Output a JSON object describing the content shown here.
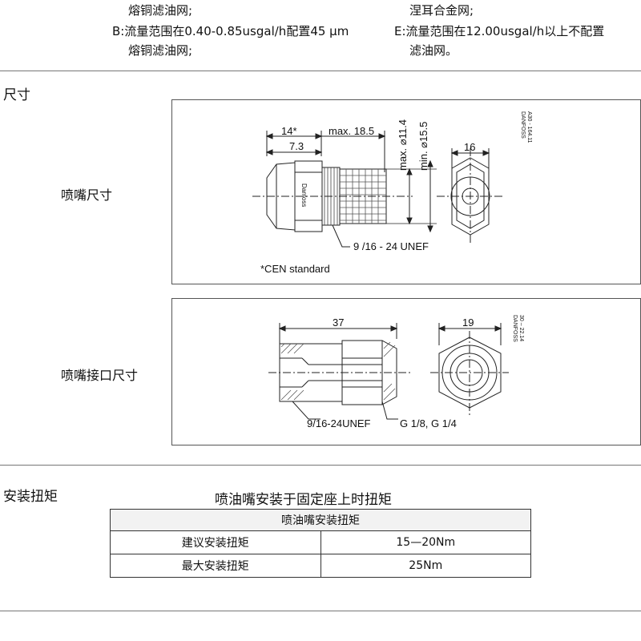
{
  "filters": {
    "top_left_text": "熔铜滤油网;",
    "top_right_text": "涅耳合金网;",
    "b_line": "B:流量范围在0.40-0.85usgal/h配置45 µm",
    "b_line2": "熔铜滤油网;",
    "e_line": "E:流量范围在12.00usgal/h以上不配置",
    "e_line2": "滤油网。"
  },
  "dimensions": {
    "section_title": "尺寸",
    "nozzle": {
      "label": "喷嘴尺寸",
      "dim_14": "14*",
      "dim_max185": "max. 18.5",
      "dim_73": "7.3",
      "dim_max114": "max. ⌀11.4",
      "dim_min155": "min. ⌀15.5",
      "dim_16": "16",
      "thread": "9 /16 - 24  UNEF",
      "note": "*CEN  standard",
      "brand_mark": "Danfoss",
      "stamp_brand": "DANFOSS",
      "stamp_code": "A30 - 164.11"
    },
    "adapter": {
      "label": "喷嘴接口尺寸",
      "dim_37": "37",
      "dim_19": "19",
      "thread_left": "9/16-24UNEF",
      "thread_right": "G  1/8,   G  1/4",
      "stamp_brand": "DANFOSS",
      "stamp_code": "30 – 22.14"
    }
  },
  "torque": {
    "section_title": "安装扭矩",
    "table_title": "喷油嘴安装于固定座上时扭矩",
    "header": "喷油嘴安装扭矩",
    "rows": [
      {
        "name": "建议安装扭矩",
        "value": "15—20Nm"
      },
      {
        "name": "最大安装扭矩",
        "value": "25Nm"
      }
    ]
  }
}
